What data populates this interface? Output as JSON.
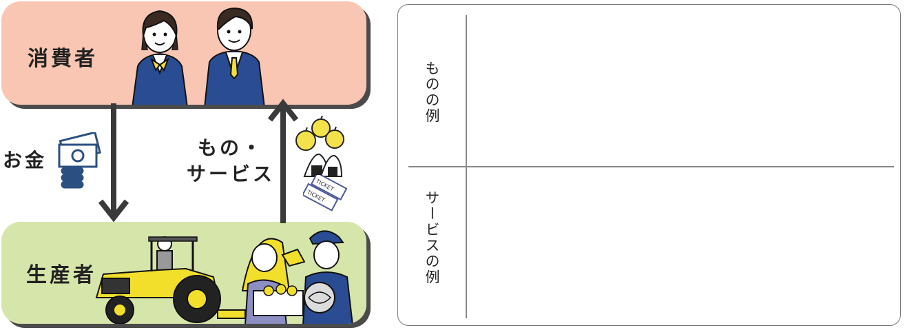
{
  "consumer_label": "消費者",
  "producer_label": "生産者",
  "money_label": "お金",
  "goods_label_line1": "もの・",
  "goods_label_line2": "サービス",
  "table": {
    "row1_label": "ものの例",
    "row2_label": "サービスの例",
    "row1_answer": "",
    "row2_answer": ""
  },
  "ticket_text": "TICKET",
  "colors": {
    "consumer_bg": "#f8c6b2",
    "producer_bg": "#d6e5aa",
    "arrow": "#3a3a3a",
    "money_icon": "#2b4f80",
    "apple": "#f4e24a",
    "uniform": "#23478f"
  }
}
